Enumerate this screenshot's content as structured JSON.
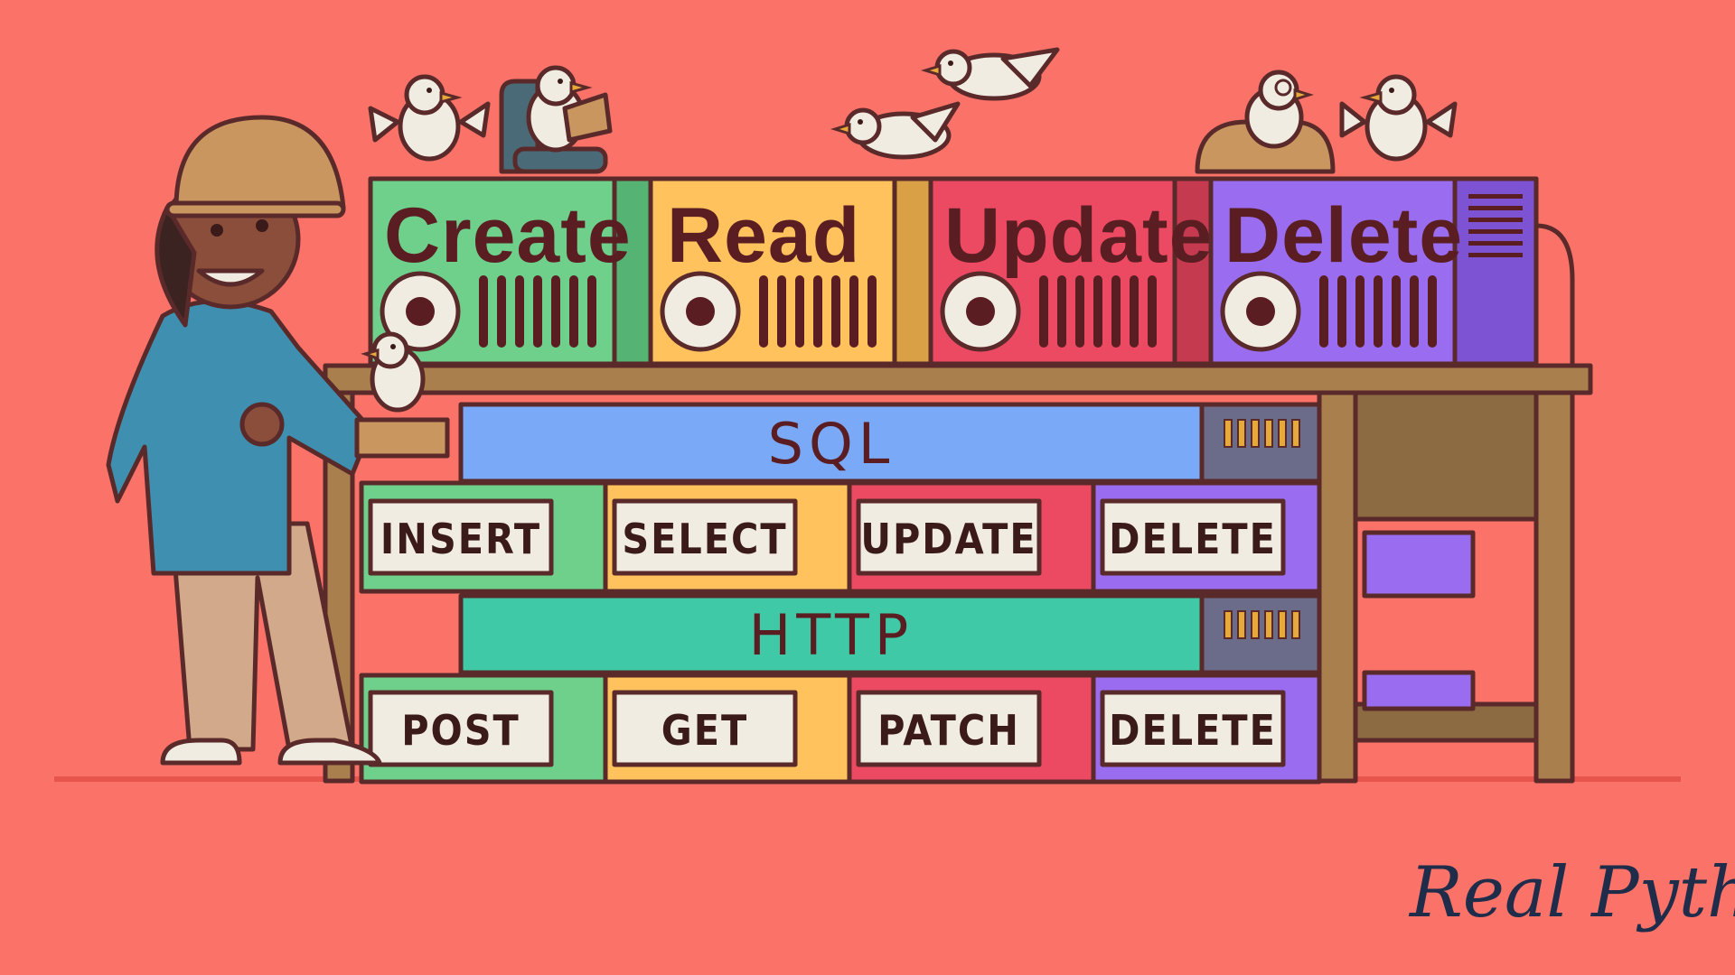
{
  "crud": [
    {
      "label": "Create",
      "color": "#6fd08c"
    },
    {
      "label": "Read",
      "color": "#ffc25c"
    },
    {
      "label": "Update",
      "color": "#ec4a63"
    },
    {
      "label": "Delete",
      "color": "#9a6cf0"
    }
  ],
  "sql": {
    "label": "SQL",
    "color": "#7aa9f7",
    "commands": [
      "INSERT",
      "SELECT",
      "UPDATE",
      "DELETE"
    ]
  },
  "http": {
    "label": "HTTP",
    "color": "#3fc9a6",
    "methods": [
      "POST",
      "GET",
      "PATCH",
      "DELETE"
    ]
  },
  "branding": {
    "logo": "Real Python"
  },
  "colors": {
    "background": "#fa7268",
    "outline": "#5a2a2a",
    "table": "#a97f4e"
  }
}
